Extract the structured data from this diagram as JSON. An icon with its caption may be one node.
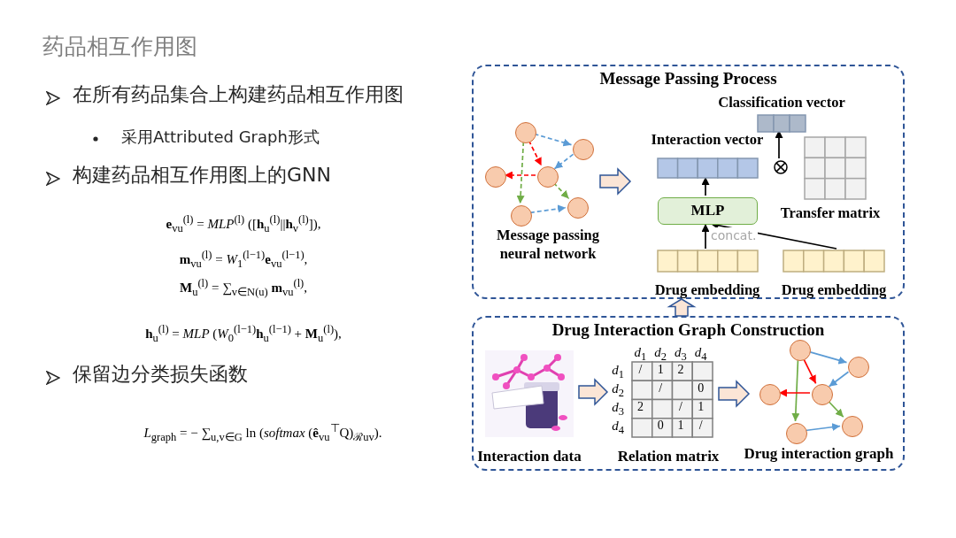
{
  "diagram": {
    "title": "药品相互作用图",
    "nodes": [
      {
        "text": [
          "Message Passing Process"
        ]
      },
      {
        "text": [],
        "shape": "circle",
        "in": 0
      },
      {
        "text": [],
        "shape": "circle",
        "in": 0
      },
      {
        "text": [],
        "shape": "circle",
        "in": 0
      },
      {
        "text": [],
        "shape": "circle",
        "in": 0
      },
      {
        "text": [],
        "shape": "circle",
        "in": 0
      },
      {
        "text": [],
        "shape": "circle",
        "in": 0
      },
      {
        "text": [
          "Interaction vector"
        ],
        "in": 0
      },
      {
        "text": [
          "Classification vector"
        ],
        "in": 0
      },
      {
        "text": [
          "Transfer matrix"
        ],
        "in": 0
      },
      {
        "text": [
          "MLP"
        ],
        "in": 0
      },
      {
        "text": [],
        "shape": "circle",
        "in": 0
      },
      {
        "text": [
          "Drug embedding"
        ],
        "in": 0
      },
      {
        "text": [
          "Drug embedding"
        ],
        "in": 0
      },
      {
        "text": [
          "Drug Interaction Graph Construction"
        ]
      },
      {
        "text": [
          "Interaction data"
        ],
        "in": 14
      },
      {
        "text": [
          "Relation matrix"
        ],
        "in": 14
      },
      {
        "text": [],
        "shape": "circle",
        "in": 14
      },
      {
        "text": [],
        "shape": "circle",
        "in": 14
      },
      {
        "text": [],
        "shape": "circle",
        "in": 14
      },
      {
        "text": [],
        "shape": "circle",
        "in": 14
      },
      {
        "text": [],
        "shape": "circle",
        "in": 14
      },
      {
        "text": [],
        "shape": "circle",
        "in": 14
      }
    ],
    "edges": [
      {
        "from": 1,
        "to": 2,
        "arrow": "to",
        "style": "dashed",
        "color": "#5b9bd5"
      },
      {
        "from": 1,
        "to": 4,
        "arrow": "to",
        "style": "dashed",
        "color": "#ff0000"
      },
      {
        "from": 1,
        "to": 5,
        "arrow": "to",
        "style": "dashed",
        "color": "#70ad47"
      },
      {
        "from": 2,
        "to": 4,
        "arrow": "to",
        "style": "dashed",
        "color": "#5b9bd5"
      },
      {
        "from": 4,
        "to": 3,
        "arrow": "to",
        "style": "dashed",
        "color": "#ff0000"
      },
      {
        "from": 4,
        "to": 6,
        "arrow": "to",
        "style": "dashed",
        "color": "#70ad47"
      },
      {
        "from": 5,
        "to": 6,
        "arrow": "to",
        "style": "dashed",
        "color": "#5b9bd5"
      },
      {
        "from": 12,
        "to": 10,
        "arrow": "to",
        "label": "concat.",
        "color": "#000000"
      },
      {
        "from": 13,
        "to": 10,
        "arrow": "to",
        "color": "#000000"
      },
      {
        "from": 10,
        "to": 7,
        "arrow": "to",
        "color": "#000000"
      },
      {
        "from": 11,
        "to": 8,
        "arrow": "to",
        "color": "#000000"
      },
      {
        "from": 6,
        "to": 7,
        "arrow": "to",
        "style": "thick"
      },
      {
        "from": 16,
        "to": 19,
        "arrow": "to",
        "style": "thick"
      },
      {
        "from": 15,
        "to": 16,
        "arrow": "to",
        "style": "thick"
      },
      {
        "from": 14,
        "to": 0,
        "arrow": "to",
        "style": "thick"
      },
      {
        "from": 17,
        "to": 18,
        "arrow": "to",
        "color": "#5b9bd5"
      },
      {
        "from": 17,
        "to": 20,
        "arrow": "to",
        "color": "#ff0000"
      },
      {
        "from": 17,
        "to": 21,
        "arrow": "to",
        "color": "#70ad47"
      },
      {
        "from": 18,
        "to": 20,
        "arrow": "to",
        "color": "#5b9bd5"
      },
      {
        "from": 20,
        "to": 19,
        "arrow": "to",
        "color": "#ff0000"
      },
      {
        "from": 20,
        "to": 22,
        "arrow": "to",
        "color": "#70ad47"
      },
      {
        "from": 21,
        "to": 22,
        "arrow": "to",
        "color": "#5b9bd5"
      }
    ],
    "labels": [
      "在所有药品集合上构建药品相互作用图",
      "采用Attributed Graph形式",
      "构建药品相互作用图上的GNN",
      "**e**$_{vu}$$^{(l)}$ = *MLP*$^{(l)}$ ([**h**$_{u}$$^{(l)}$||**h**$_{v}$$^{(l)}$]),",
      "**m**$_{vu}$$^{(l)}$ = *W*$_{1}$$^{(l−1)}$**e**$_{vu}$$^{(l−1)}$,",
      "**M**$_{u}$$^{(l)}$ = ∑$_{v∈N(u)}$ **m**$_{vu}$$^{(l)}$,",
      "**h**$_{u}$$^{(l)}$ = *MLP* (*W*$_{0}$$^{(l−1)}$**h**$_{u}$$^{(l−1)}$ + **M**$_{u}$$^{(l)}$),",
      "保留边分类损失函数",
      "*L*$_{graph}$ = − ∑$_{u,v∈G}$ ln (*softmax* (**ê**$_{vu}$$^{⊤}$Q)$_{ℛuv}$).",
      "Message passing neural network",
      "*d*$_{1}$",
      "*d*$_{2}$",
      "*d*$_{3}$",
      "*d*$_{4}$",
      "*d*$_{1}$",
      "/",
      "1",
      "2",
      "*d*$_{2}$",
      "/",
      "0",
      "*d*$_{3}$",
      "2",
      "/",
      "1",
      "*d*$_{4}$",
      "0",
      "1",
      "/",
      "Drug interaction graph"
    ]
  }
}
